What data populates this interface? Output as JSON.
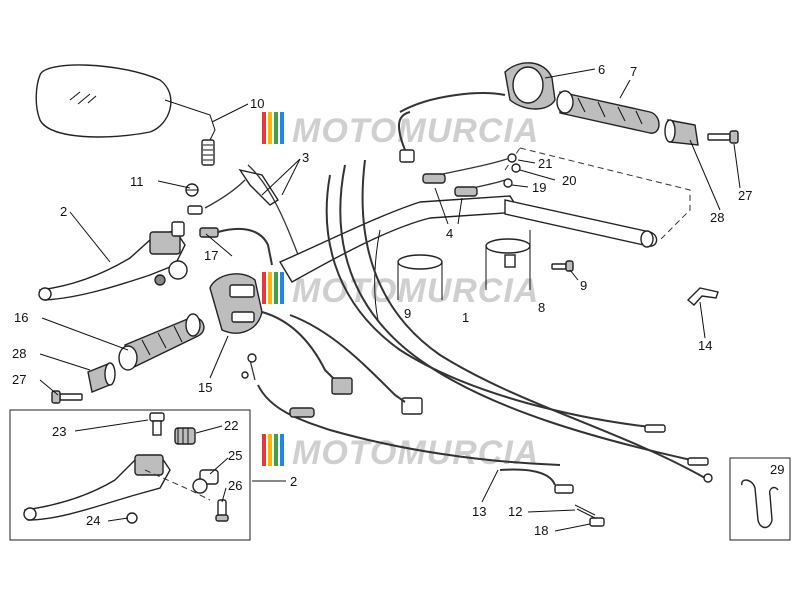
{
  "watermark": {
    "text": "MOTOMURCIA",
    "stripe_colors": [
      "#e53935",
      "#ffb300",
      "#43a047",
      "#1e88e5"
    ]
  },
  "callouts": [
    {
      "id": "6",
      "text": "6"
    },
    {
      "id": "7",
      "text": "7"
    },
    {
      "id": "10",
      "text": "10"
    },
    {
      "id": "3",
      "text": "3"
    },
    {
      "id": "11",
      "text": "11"
    },
    {
      "id": "2",
      "text": "2"
    },
    {
      "id": "21",
      "text": "21"
    },
    {
      "id": "20",
      "text": "20"
    },
    {
      "id": "19",
      "text": "19"
    },
    {
      "id": "27a",
      "text": "27"
    },
    {
      "id": "28a",
      "text": "28"
    },
    {
      "id": "4",
      "text": "4"
    },
    {
      "id": "17",
      "text": "17"
    },
    {
      "id": "9a",
      "text": "9"
    },
    {
      "id": "9b",
      "text": "9"
    },
    {
      "id": "1",
      "text": "1"
    },
    {
      "id": "8",
      "text": "8"
    },
    {
      "id": "16",
      "text": "16"
    },
    {
      "id": "14",
      "text": "14"
    },
    {
      "id": "28b",
      "text": "28"
    },
    {
      "id": "27b",
      "text": "27"
    },
    {
      "id": "15",
      "text": "15"
    },
    {
      "id": "23",
      "text": "23"
    },
    {
      "id": "22",
      "text": "22"
    },
    {
      "id": "25",
      "text": "25"
    },
    {
      "id": "26",
      "text": "26"
    },
    {
      "id": "2b",
      "text": "2"
    },
    {
      "id": "24",
      "text": "24"
    },
    {
      "id": "13",
      "text": "13"
    },
    {
      "id": "12",
      "text": "12"
    },
    {
      "id": "18",
      "text": "18"
    },
    {
      "id": "29",
      "text": "29"
    }
  ]
}
